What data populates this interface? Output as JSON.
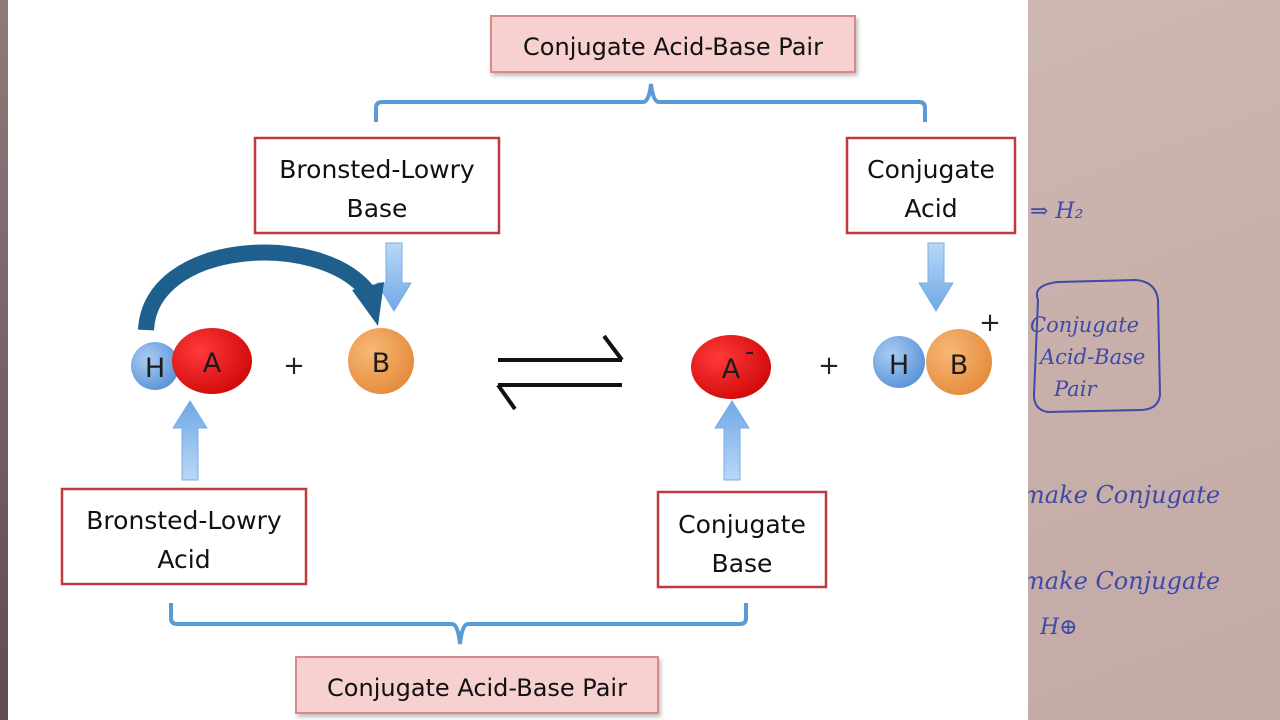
{
  "colors": {
    "box_border": "#c0393b",
    "pair_fill": "#f7d0d0",
    "bracket": "#5b9bd5",
    "hydrogen": "#6aa3e0",
    "acid_atom": "#e81414",
    "base_atom": "#f0a052",
    "arrow_light": "#8fbff0",
    "curved_arrow": "#1f5f8e",
    "marker_ink": "#3d4aa8"
  },
  "labels": {
    "top_pair": "Conjugate Acid-Base Pair",
    "bottom_pair": "Conjugate Acid-Base Pair",
    "bl_base": [
      "Bronsted-Lowry",
      "Base"
    ],
    "conj_acid": [
      "Conjugate",
      "Acid"
    ],
    "bl_acid": [
      "Bronsted-Lowry",
      "Acid"
    ],
    "conj_base": [
      "Conjugate",
      "Base"
    ]
  },
  "equation": {
    "reactant1": {
      "h": "H",
      "a": "A"
    },
    "plus1": "+",
    "reactant2": "B",
    "equilibrium": "equilibrium-arrows",
    "product1": "A",
    "product1_charge": "-",
    "plus2": "+",
    "product2": {
      "h": "H",
      "b": "B"
    },
    "product2_charge": "+"
  },
  "whiteboard": {
    "partial_1": "⇒ H₂",
    "boxed_note": [
      "Conjugate",
      "Acid-Base",
      "Pair"
    ],
    "line_1": "make Conjugate",
    "line_2": "make Conjugate",
    "line_3": "H⊕"
  }
}
